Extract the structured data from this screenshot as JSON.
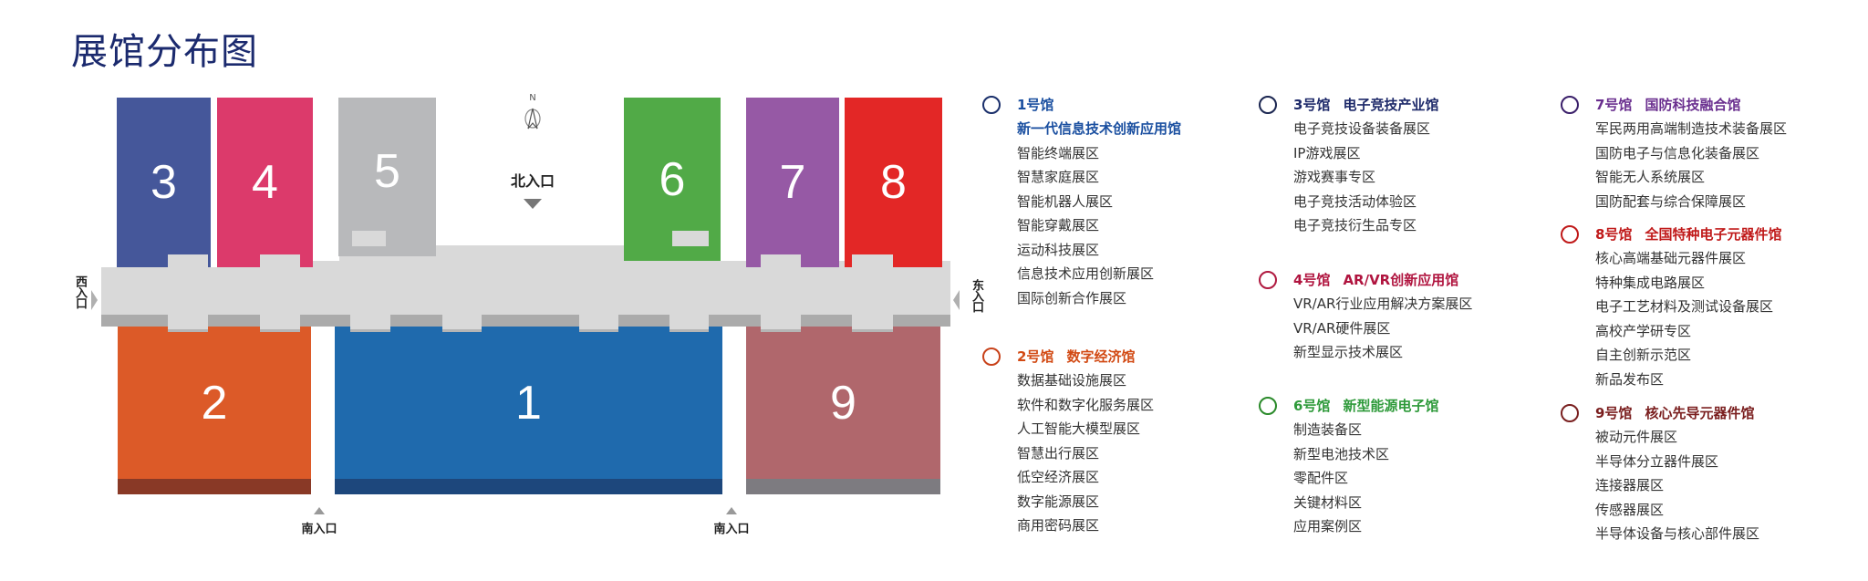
{
  "title": "展馆分布图",
  "map": {
    "halls": [
      {
        "id": "1",
        "color": "#1f6aad",
        "shade": "#1d477c"
      },
      {
        "id": "2",
        "color": "#dc5a28",
        "shade": "#893926"
      },
      {
        "id": "3",
        "color": "#45579a"
      },
      {
        "id": "4",
        "color": "#dc3a6b"
      },
      {
        "id": "5",
        "color": "#b8b9bb"
      },
      {
        "id": "6",
        "color": "#51aa47"
      },
      {
        "id": "7",
        "color": "#9659a5"
      },
      {
        "id": "8",
        "color": "#e32726"
      },
      {
        "id": "9",
        "color": "#b0676c",
        "shade": "#7d7b80"
      }
    ],
    "compass": "N",
    "entrances": {
      "north": "北入口",
      "west": "西入口",
      "east": "东入口",
      "south1": "南入口",
      "south2": "南入口"
    }
  },
  "legend": [
    {
      "hall": "1号馆",
      "name": "新一代信息技术创新应用馆",
      "color": "#1a4fa0",
      "circle": "#1a2f6b",
      "items": [
        "智能终端展区",
        "智慧家庭展区",
        "智能机器人展区",
        "智能穿戴展区",
        "运动科技展区",
        "信息技术应用创新展区",
        "国际创新合作展区"
      ]
    },
    {
      "hall": "2号馆",
      "name": "数字经济馆",
      "color": "#d24a14",
      "circle": "#c8421a",
      "items": [
        "数据基础设施展区",
        "软件和数字化服务展区",
        "人工智能大模型展区",
        "智慧出行展区",
        "低空经济展区",
        "数字能源展区",
        "商用密码展区"
      ]
    },
    {
      "hall": "3号馆",
      "name": "电子竞技产业馆",
      "color": "#1e2a6a",
      "circle": "#1a2550",
      "items": [
        "电子竞技设备装备展区",
        "IP游戏展区",
        "游戏赛事专区",
        "电子竞技活动体验区",
        "电子竞技衍生品专区"
      ]
    },
    {
      "hall": "4号馆",
      "name": "AR/VR创新应用馆",
      "color": "#b0143f",
      "circle": "#b01a40",
      "items": [
        "VR/AR行业应用解决方案展区",
        "VR/AR硬件展区",
        "新型显示技术展区"
      ]
    },
    {
      "hall": "6号馆",
      "name": "新型能源电子馆",
      "color": "#2e9a3a",
      "circle": "#2a8a2a",
      "items": [
        "制造装备区",
        "新型电池技术区",
        "零配件区",
        "关键材料区",
        "应用案例区"
      ]
    },
    {
      "hall": "7号馆",
      "name": "国防科技融合馆",
      "color": "#6a2f8f",
      "circle": "#3a1f6a",
      "items": [
        "军民两用高端制造技术装备展区",
        "国防电子与信息化装备展区",
        "智能无人系统展区",
        "国防配套与综合保障展区"
      ]
    },
    {
      "hall": "8号馆",
      "name": "全国特种电子元器件馆",
      "color": "#c01a1a",
      "circle": "#c01a1a",
      "items": [
        "核心高端基础元器件展区",
        "特种集成电路展区",
        "电子工艺材料及测试设备展区",
        "高校产学研专区",
        "自主创新示范区",
        "新品发布区"
      ]
    },
    {
      "hall": "9号馆",
      "name": "核心先导元器件馆",
      "color": "#7a1e1e",
      "circle": "#7a2020",
      "items": [
        "被动元件展区",
        "半导体分立器件展区",
        "连接器展区",
        "传感器展区",
        "半导体设备与核心部件展区"
      ]
    }
  ]
}
